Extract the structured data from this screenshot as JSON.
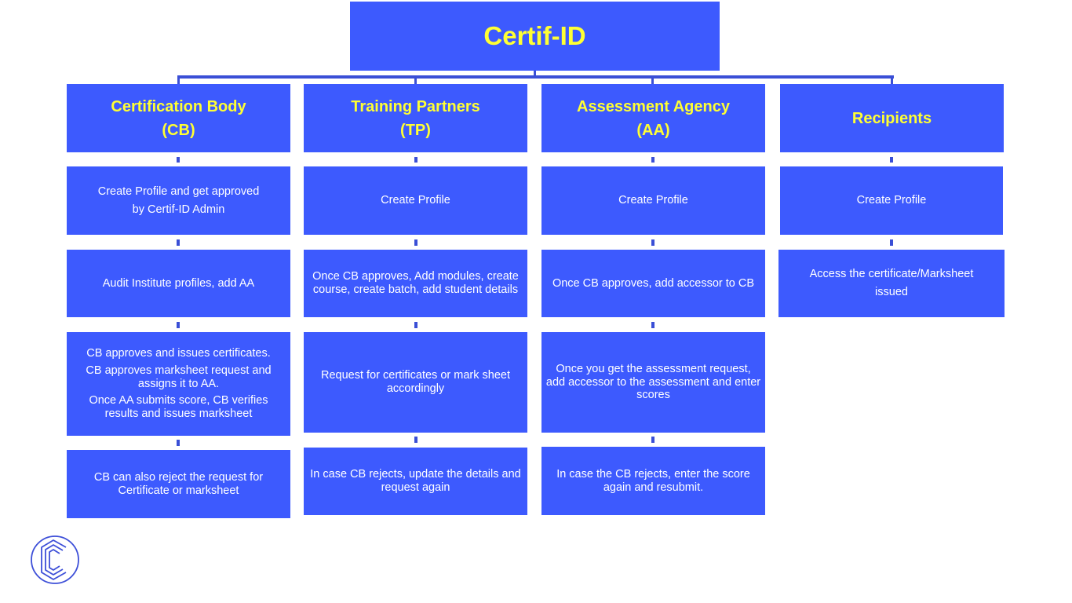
{
  "root": {
    "title": "Certif-ID"
  },
  "columns": [
    {
      "header": [
        "Certification Body",
        "(CB)"
      ],
      "steps": [
        {
          "lines": [
            "Create Profile and get approved",
            "by Certif-ID Admin"
          ]
        },
        {
          "lines": [
            "Audit Institute profiles, add AA"
          ]
        },
        {
          "paragraphs": [
            [
              "CB approves and issues certificates."
            ],
            [
              "CB approves marksheet request and",
              "assigns it to AA."
            ],
            [
              "Once AA submits score, CB verifies",
              "results and issues marksheet"
            ]
          ]
        },
        {
          "lines": [
            "CB can also reject the request for",
            "Certificate or marksheet"
          ]
        }
      ]
    },
    {
      "header": [
        "Training Partners",
        "(TP)"
      ],
      "steps": [
        {
          "lines": [
            "Create Profile"
          ]
        },
        {
          "lines": [
            "Once CB approves, Add modules, create",
            "course, create batch, add student details"
          ]
        },
        {
          "lines": [
            "Request for certificates or mark sheet",
            "accordingly"
          ]
        },
        {
          "lines": [
            "In case CB rejects, update the details and",
            "request again"
          ]
        }
      ]
    },
    {
      "header": [
        "Assessment Agency",
        "(AA)"
      ],
      "steps": [
        {
          "lines": [
            "Create Profile"
          ]
        },
        {
          "lines": [
            "Once CB approves, add accessor to CB"
          ]
        },
        {
          "lines": [
            "Once you get the assessment request,",
            "add accessor to the assessment and enter",
            "scores"
          ]
        },
        {
          "lines": [
            "In case the CB rejects, enter the score",
            "again and resubmit."
          ]
        }
      ]
    },
    {
      "header": [
        "Recipients"
      ],
      "steps": [
        {
          "lines": [
            "Create Profile"
          ]
        },
        {
          "lines": [
            "Access the certificate/Marksheet",
            "issued"
          ]
        }
      ]
    }
  ],
  "colors": {
    "box": "#3d5afe",
    "heading_text": "#ffff33",
    "body_text": "#ffffff",
    "connector": "#3a4fd6"
  },
  "logo": {
    "icon": "certif-id-logo-icon"
  }
}
